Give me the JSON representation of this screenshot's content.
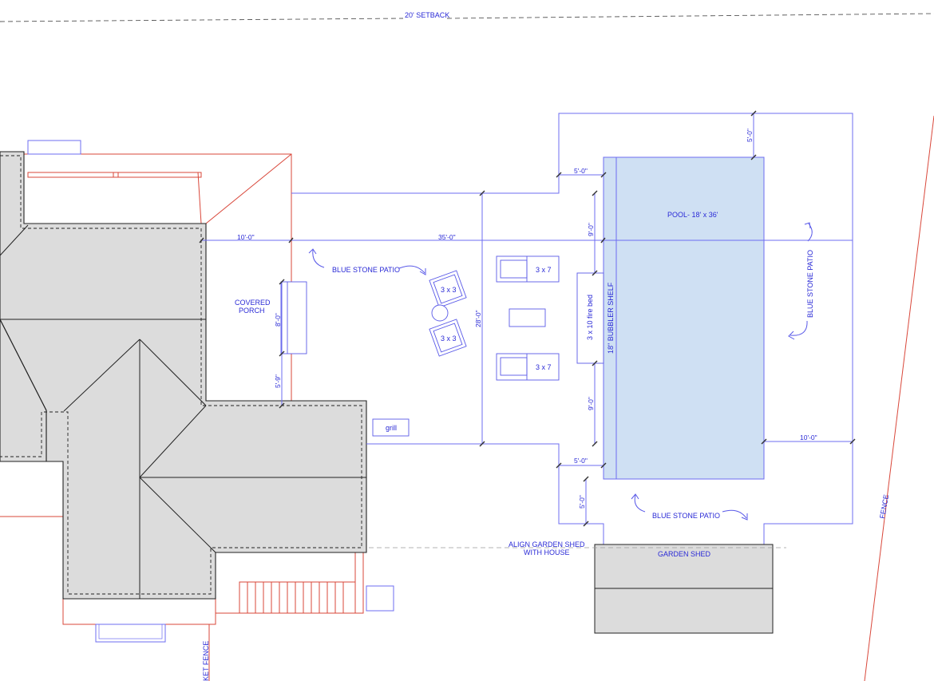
{
  "labels": {
    "setback": "20' SETBACK",
    "covered_porch_1": "COVERED",
    "covered_porch_2": "PORCH",
    "patio_left": "BLUE STONE PATIO",
    "patio_right": "BLUE STONE PATIO",
    "patio_bottom": "BLUE STONE PATIO",
    "pool": "POOL- 18' x 36'",
    "bubbler": "18\" BUBBLER SHELF",
    "fire_bed": "3 x 10 fire bed",
    "grill": "grill",
    "chair_top": "3 x 3",
    "chair_bottom": "3 x 3",
    "sofa_top": "3 x 7",
    "sofa_bottom": "3 x 7",
    "align_1": "ALIGN  GARDEN SHED",
    "align_2": "WITH HOUSE",
    "garden_shed": "GARDEN SHED",
    "fence": "FENCE",
    "picket_fence": "KET FENCE"
  },
  "dimensions": {
    "d_10_top": "10'-0\"",
    "d_35": "35'-0\"",
    "d_28": "28'-0\"",
    "d_8": "8'-0\"",
    "d_5_9": "5'-9\"",
    "d_9_top": "9'-0\"",
    "d_9_bottom": "9'-0\"",
    "d_5_top_left": "5'-0\"",
    "d_5_top_right": "5'-0\"",
    "d_5_bottom_left": "5'-0\"",
    "d_5_bottom_vert": "5'-0\"",
    "d_10_right": "10'-0\""
  },
  "colors": {
    "line_blue": "#6d6df0",
    "text_blue": "#2a2ad6",
    "property_red": "#d9473a",
    "pool_fill": "#cfe0f3",
    "roof_gray": "#dcdcdc"
  }
}
